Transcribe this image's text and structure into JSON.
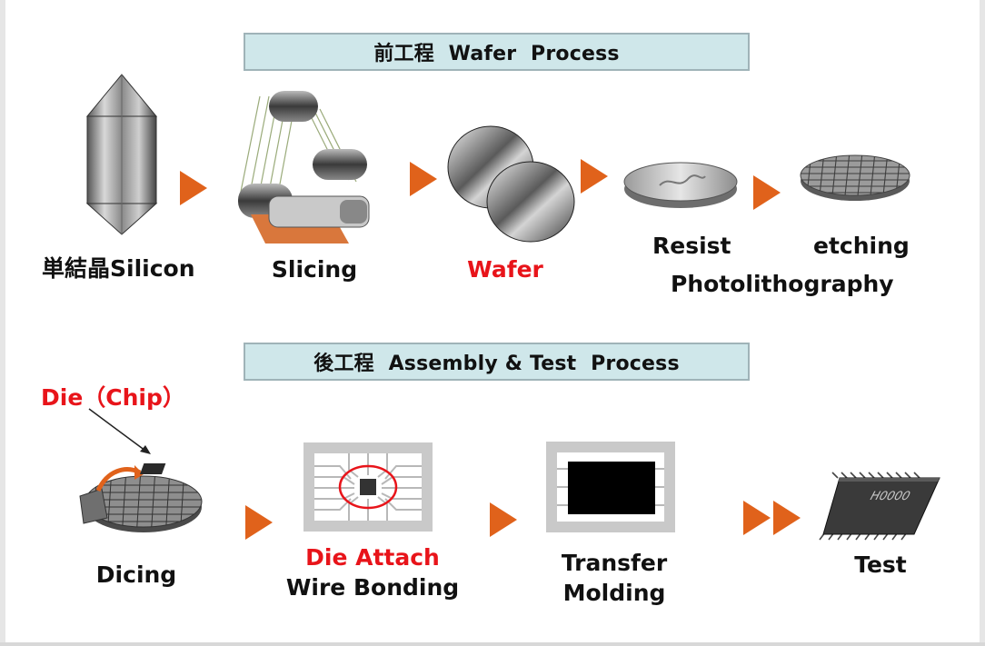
{
  "front_end": {
    "title": "前工程  Wafer  Process",
    "steps": [
      {
        "label": "単結晶Silicon",
        "icon": "silicon-ingot-icon"
      },
      {
        "label": "Slicing",
        "icon": "wire-saw-icon"
      },
      {
        "label": "Wafer",
        "icon": "wafer-discs-icon",
        "highlight": true
      },
      {
        "label_a": "Resist",
        "label_b": "etching",
        "label_c": "Photolithography",
        "icons": [
          "resist-wafer-icon",
          "etched-wafer-icon"
        ]
      }
    ]
  },
  "back_end": {
    "title": "後工程  Assembly & Test  Process",
    "callout": "Die（Chip）",
    "steps": [
      {
        "label": "Dicing",
        "icon": "diced-wafer-icon"
      },
      {
        "label_a": "Die Attach",
        "label_b": "Wire Bonding",
        "icon": "die-attach-frame-icon"
      },
      {
        "label_a": "Transfer",
        "label_b": "Molding",
        "icon": "molded-package-icon"
      },
      {
        "label": "Test",
        "icon": "ic-chip-icon",
        "chip_marking": "H0000"
      }
    ]
  },
  "colors": {
    "accent": "#e8141a",
    "arrow": "#e0621b",
    "banner_bg": "#cfe7ea",
    "banner_border": "#9fb3b8"
  }
}
